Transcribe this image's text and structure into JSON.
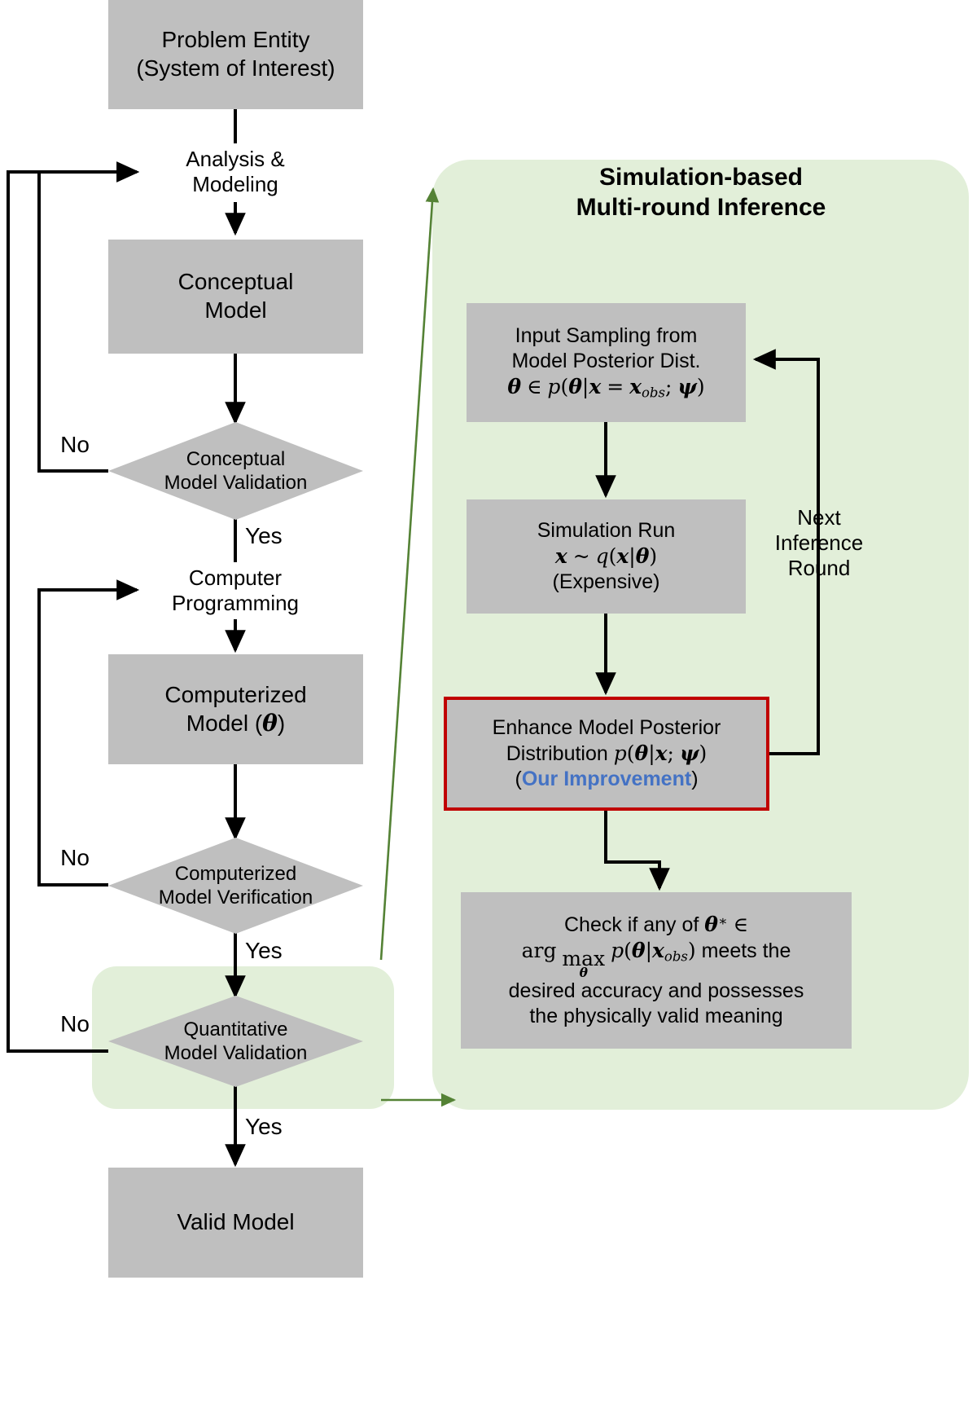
{
  "left_flow": {
    "problem_entity": {
      "line1": "Problem Entity",
      "line2": "(System of Interest)"
    },
    "edge_analysis": "Analysis &\nModeling",
    "conceptual_model": {
      "line1": "Conceptual",
      "line2": "Model"
    },
    "conceptual_validation": {
      "line1": "Conceptual",
      "line2": "Model Validation"
    },
    "conceptual_no": "No",
    "conceptual_yes": "Yes",
    "edge_programming": "Computer\nProgramming",
    "computerized_model": {
      "line1": "Computerized",
      "line2_prefix": "Model (",
      "line2_symbol": "θ",
      "line2_suffix": ")"
    },
    "computerized_verification": {
      "line1": "Computerized",
      "line2": "Model Verification"
    },
    "computerized_no": "No",
    "computerized_yes": "Yes",
    "quantitative_validation": {
      "line1": "Quantitative",
      "line2": "Model Validation"
    },
    "quantitative_no": "No",
    "quantitative_yes": "Yes",
    "valid_model": "Valid Model"
  },
  "right_panel": {
    "title_line1": "Simulation-based",
    "title_line2": "Multi-round Inference",
    "input_sampling": {
      "line1": "Input Sampling from",
      "line2": "Model Posterior Dist.",
      "formula": "θ ∈ p(θ|x = x_obs; ψ)"
    },
    "simulation_run": {
      "line1": "Simulation Run",
      "formula": "x ~ q(x|θ)",
      "line3": "(Expensive)"
    },
    "enhance_posterior": {
      "line1": "Enhance Model Posterior",
      "line2_prefix": "Distribution ",
      "line2_formula": "p(θ|x; ψ)",
      "line3_open": "(",
      "line3_highlight": "Our Improvement",
      "line3_close": ")"
    },
    "check_box": {
      "line1_prefix": "Check if any of ",
      "line1_formula": "θ* ∈",
      "line2_formula": "arg max_θ p(θ|x_obs)",
      "line2_suffix": " meets the",
      "line3": "desired accuracy and possesses",
      "line4": "the physically valid meaning"
    },
    "next_round_label": "Next\nInference\nRound"
  },
  "colors": {
    "box_fill": "#bfbfbf",
    "panel_fill": "#e2efd9",
    "accent_red": "#c00000",
    "accent_blue": "#4472c4",
    "arrow_green": "#70ad47",
    "arrow_black": "#000000"
  }
}
